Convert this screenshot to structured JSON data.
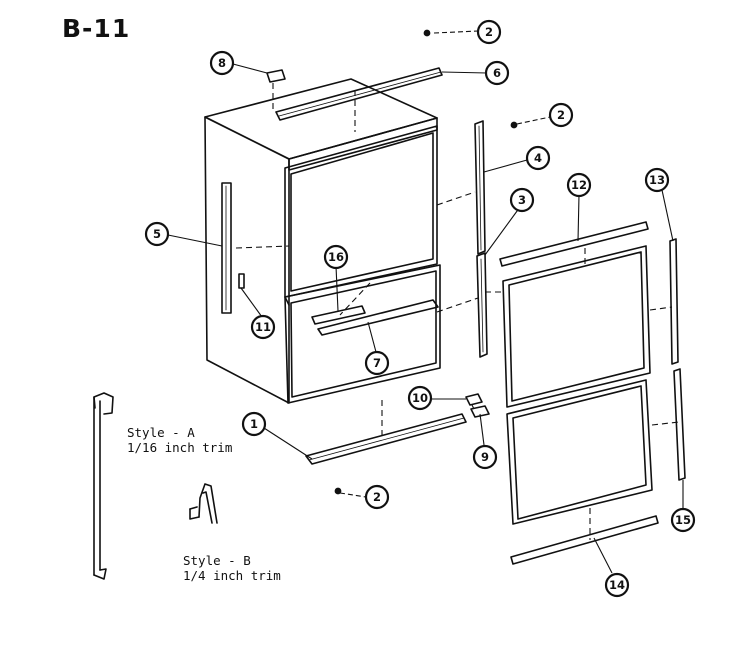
{
  "title": "B-11",
  "callouts": [
    "1",
    "2",
    "3",
    "4",
    "5",
    "6",
    "7",
    "8",
    "9",
    "10",
    "11",
    "12",
    "13",
    "14",
    "15",
    "16"
  ],
  "style_a": {
    "name": "Style - A",
    "trim": "1/16 inch trim"
  },
  "style_b": {
    "name": "Style - B",
    "trim": "1/4 inch trim"
  }
}
